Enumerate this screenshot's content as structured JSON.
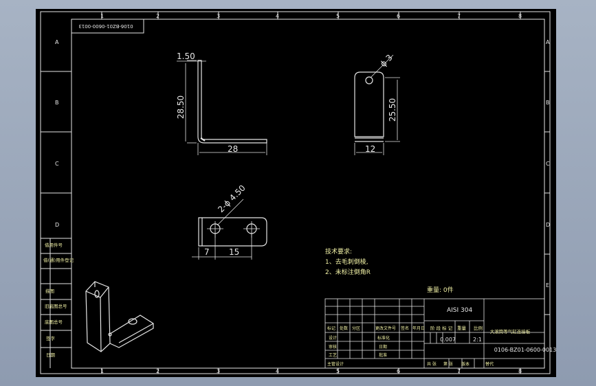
{
  "colors": {
    "viewport_bg": "#9aa6b8",
    "paper": "#000000",
    "line": "#e6e6e6",
    "text_yellow": "#f2f2a6"
  },
  "border": {
    "top_numbers": [
      "1",
      "2",
      "3",
      "4",
      "5",
      "6",
      "7",
      "8"
    ],
    "bottom_numbers": [
      "1",
      "2",
      "3",
      "4",
      "5",
      "6",
      "7",
      "8"
    ],
    "left_letters": [
      "A",
      "B",
      "C",
      "D"
    ],
    "right_letters": [
      "A",
      "B",
      "C",
      "D",
      "E"
    ]
  },
  "header_stamp": "0106-BZ01-0600-0013",
  "views": {
    "front": {
      "dim_thickness": "1.50",
      "dim_height": "28.50",
      "dim_length": "28"
    },
    "side": {
      "dim_hole": "ϕ 3",
      "dim_height": "25.50",
      "dim_width": "12"
    },
    "top": {
      "dim_holes": "2-ϕ 4.50",
      "dim_a": "7",
      "dim_b": "15"
    }
  },
  "tech_notes": {
    "title": "技术要求:",
    "line1": "1、去毛刺倒棱,",
    "line2": "2、未标注倒角R"
  },
  "weight_label": "重量: 0件",
  "left_panel": {
    "labels": [
      "借用件号",
      "借(通)用件登记",
      "",
      "描图",
      "旧底图总号",
      "底图总号",
      "签字",
      "日期"
    ]
  },
  "title_block": {
    "material": "AISI 304",
    "part_name": "大滚筒等气缸连接板",
    "drawing_number": "0106-BZ01-0600-0013",
    "weight": "0.007",
    "scale": "2:1",
    "scale_label": "比例",
    "weight_label": "重量",
    "stage_label": "阶 段 标 记",
    "rev_headers": [
      "标记",
      "处数",
      "分区",
      "更改文件号",
      "签名",
      "年月日"
    ],
    "role_rows": [
      "设计",
      "审核",
      "工艺"
    ],
    "std_col": [
      "标准化",
      "日期",
      "批准"
    ],
    "approve": "主管设计",
    "bottom_row": [
      "共 张",
      "第 张",
      "版本",
      "替代"
    ]
  }
}
